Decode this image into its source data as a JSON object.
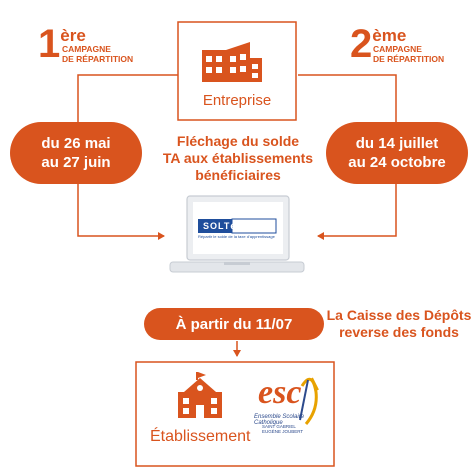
{
  "campaign1": {
    "num": "1",
    "sup": "ère",
    "line1": "CAMPAGNE",
    "line2": "DE RÉPARTITION"
  },
  "campaign2": {
    "num": "2",
    "sup": "ème",
    "line1": "CAMPAGNE",
    "line2": "DE RÉPARTITION"
  },
  "entreprise": {
    "label": "Entreprise"
  },
  "dates1": {
    "line1": "du 26 mai",
    "line2": "au 27 juin"
  },
  "dates2": {
    "line1": "du 14 juillet",
    "line2": "au 24 octobre"
  },
  "flechage": {
    "line1": "Fléchage du solde",
    "line2": "TA aux établissements",
    "line3": "bénéficiaires"
  },
  "soltea": {
    "logo_text": "SOLTéA",
    "tagline1": "Répartir le solde de",
    "tagline2": "la taxe d'apprentissage"
  },
  "partir": {
    "label": "À partir du 11/07"
  },
  "caisse": {
    "line1": "La Caisse des Dépôts",
    "line2": "reverse des fonds"
  },
  "etablissement": {
    "label": "Établissement"
  },
  "esc": {
    "logo": "esc",
    "subtitle": "Ensemble Scolaire Catholique",
    "sub1": "SAINT GABRIEL",
    "sub2": "EUGÈNE JOUBERT"
  },
  "colors": {
    "accent": "#d9541e",
    "screen_blue": "#1f4e9c"
  }
}
